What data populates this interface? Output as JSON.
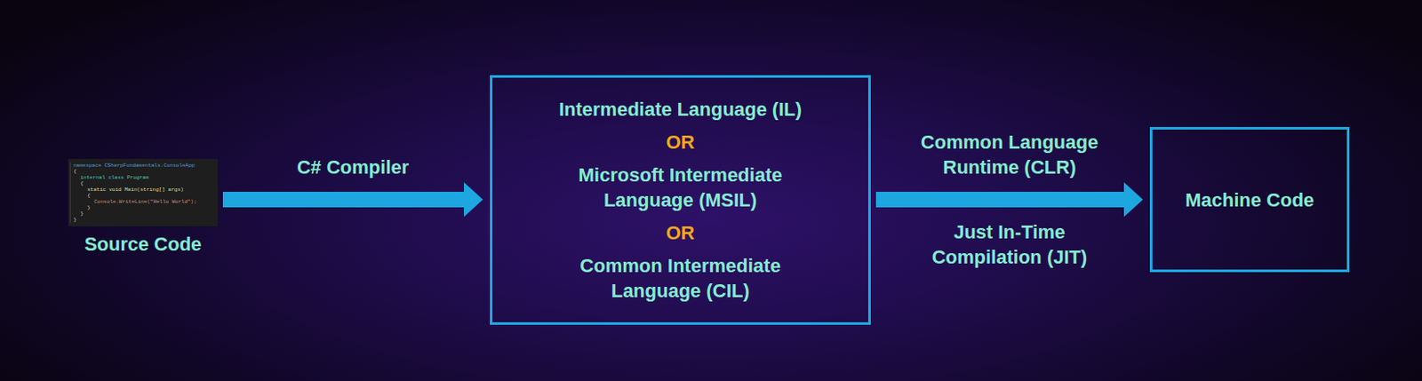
{
  "diagram": {
    "nodes": [
      {
        "text": [
          "Source Code"
        ]
      },
      {
        "text": [
          "Intermediate Language (IL)",
          "OR",
          "Microsoft Intermediate Language (MSIL)",
          "OR",
          "Common Intermediate Language (CIL)"
        ]
      },
      {
        "text": [
          "Machine Code"
        ]
      }
    ],
    "edges": [
      {
        "from": 0,
        "to": 1,
        "label": "C# Compiler",
        "arrow": "to"
      },
      {
        "from": 1,
        "to": 2,
        "label": "Common Language Runtime (CLR)",
        "arrow": "to"
      }
    ],
    "labels": [
      "namespace CSharpFundamentals.ConsoleApp",
      "{",
      "internal class Program",
      "{",
      "static void Main(string[] args)",
      "{",
      "Console.WriteLine(\"Hello World\");",
      "}",
      "}",
      "}",
      "Just In-Time Compilation (JIT)"
    ]
  }
}
